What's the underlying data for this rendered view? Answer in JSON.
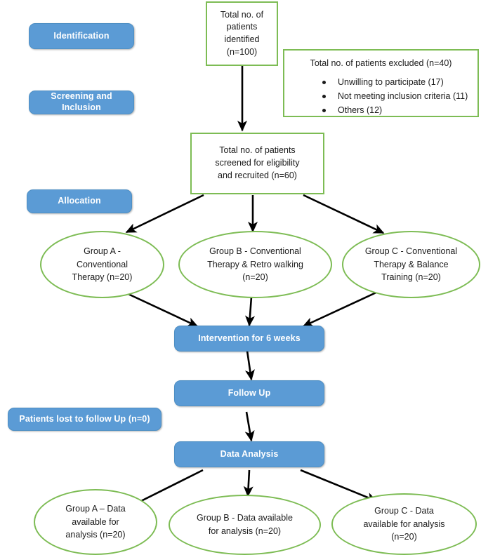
{
  "diagram": {
    "title": "CONSORT-style participant flow diagram",
    "colors": {
      "stage_fill": "#5B9BD5",
      "stage_text": "#FFFFFF",
      "box_border": "#7DBC54",
      "node_text": "#1A1A1A",
      "arrow": "#000000",
      "background": "#FFFFFF"
    },
    "stages": [
      {
        "id": "identification",
        "label": "Identification"
      },
      {
        "id": "screening-inclusion",
        "label": "Screening and Inclusion"
      },
      {
        "id": "allocation",
        "label": "Allocation"
      },
      {
        "id": "lost-to-followup",
        "label": "Patients lost to follow Up (n=0)"
      }
    ],
    "boxes": [
      {
        "id": "identified",
        "lines": [
          "Total no. of",
          "patients",
          "identified",
          "(n=100)"
        ]
      },
      {
        "id": "screened",
        "lines": [
          "Total no. of patients",
          "screened for eligibility",
          "and recruited (n=60)"
        ]
      }
    ],
    "excluded": {
      "id": "excluded",
      "title": "Total no. of patients excluded (n=40)",
      "items": [
        "Unwilling to participate (17)",
        "Not meeting inclusion criteria (11)",
        "Others (12)"
      ]
    },
    "allocation_groups": [
      {
        "id": "group-a-alloc",
        "lines": [
          "Group A -",
          "Conventional",
          "Therapy (n=20)"
        ]
      },
      {
        "id": "group-b-alloc",
        "lines": [
          "Group B - Conventional",
          "Therapy & Retro walking",
          "(n=20)"
        ]
      },
      {
        "id": "group-c-alloc",
        "lines": [
          "Group C - Conventional",
          "Therapy & Balance",
          "Training (n=20)"
        ]
      }
    ],
    "process_steps": [
      {
        "id": "intervention",
        "label": "Intervention for 6 weeks"
      },
      {
        "id": "follow-up",
        "label": "Follow Up"
      },
      {
        "id": "data-analysis",
        "label": "Data Analysis"
      }
    ],
    "analysis_groups": [
      {
        "id": "group-a-analysis",
        "lines": [
          "Group A – Data",
          "available for",
          "analysis (n=20)"
        ]
      },
      {
        "id": "group-b-analysis",
        "lines": [
          "Group B - Data available",
          "for analysis (n=20)"
        ]
      },
      {
        "id": "group-c-analysis",
        "lines": [
          "Group C - Data",
          "available for analysis",
          "(n=20)"
        ]
      }
    ]
  }
}
